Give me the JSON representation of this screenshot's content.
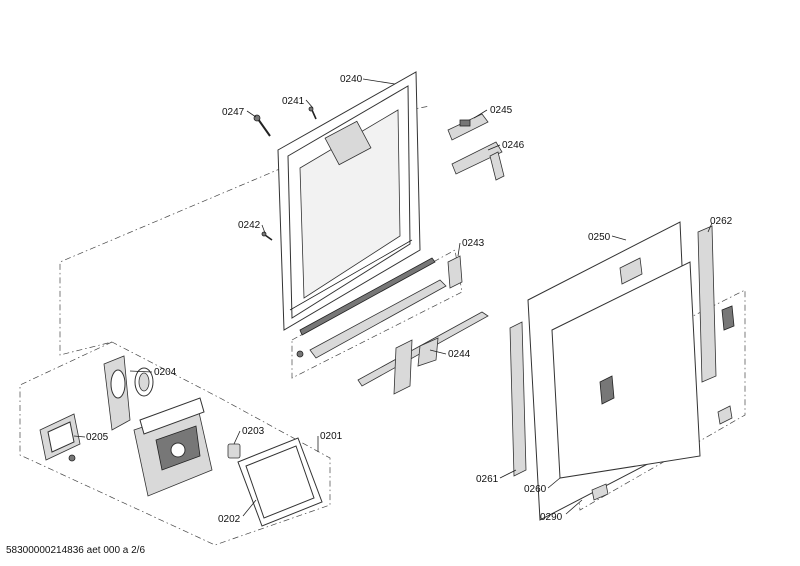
{
  "labels": {
    "p0240": "0240",
    "p0241": "0241",
    "p0247": "0247",
    "p0245": "0245",
    "p0246": "0246",
    "p0242": "0242",
    "p0243": "0243",
    "p0244": "0244",
    "p0250": "0250",
    "p0262": "0262",
    "p0204": "0204",
    "p0205": "0205",
    "p0203": "0203",
    "p0201": "0201",
    "p0202": "0202",
    "p0261": "0261",
    "p0260": "0260",
    "p0290": "0290"
  },
  "footer": "58300000214836 aet 000 a 2/6"
}
